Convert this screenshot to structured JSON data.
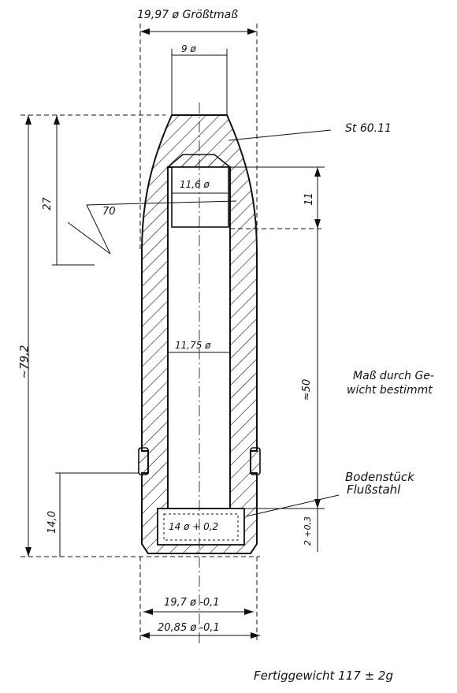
{
  "diagram": {
    "labels": {
      "top_max_diameter": "19,97 ø Größtmaß",
      "nose_diameter": "9 ø",
      "material_body": "St 60.11",
      "cavity_diameter_top": "11,6 ø",
      "angle": "70",
      "length_27": "27",
      "length_11": "11",
      "overall_length": "~79,2",
      "bore_diameter": "11,75 ø",
      "length_50": "≈50",
      "mass_note_line1": "Maß durch Ge-",
      "mass_note_line2": "wicht bestimmt",
      "base_piece_line1": "Bodenstück",
      "base_piece_line2": "Flußstahl",
      "length_14": "14,0",
      "base_insert_diameter": "14 ø + 0,2",
      "base_height": "2 +0,3",
      "band_diameter": "19,7 ø -0,1",
      "base_diameter": "20,85 ø -0,1",
      "finished_weight": "Fertiggewicht 117 ± 2g"
    }
  }
}
